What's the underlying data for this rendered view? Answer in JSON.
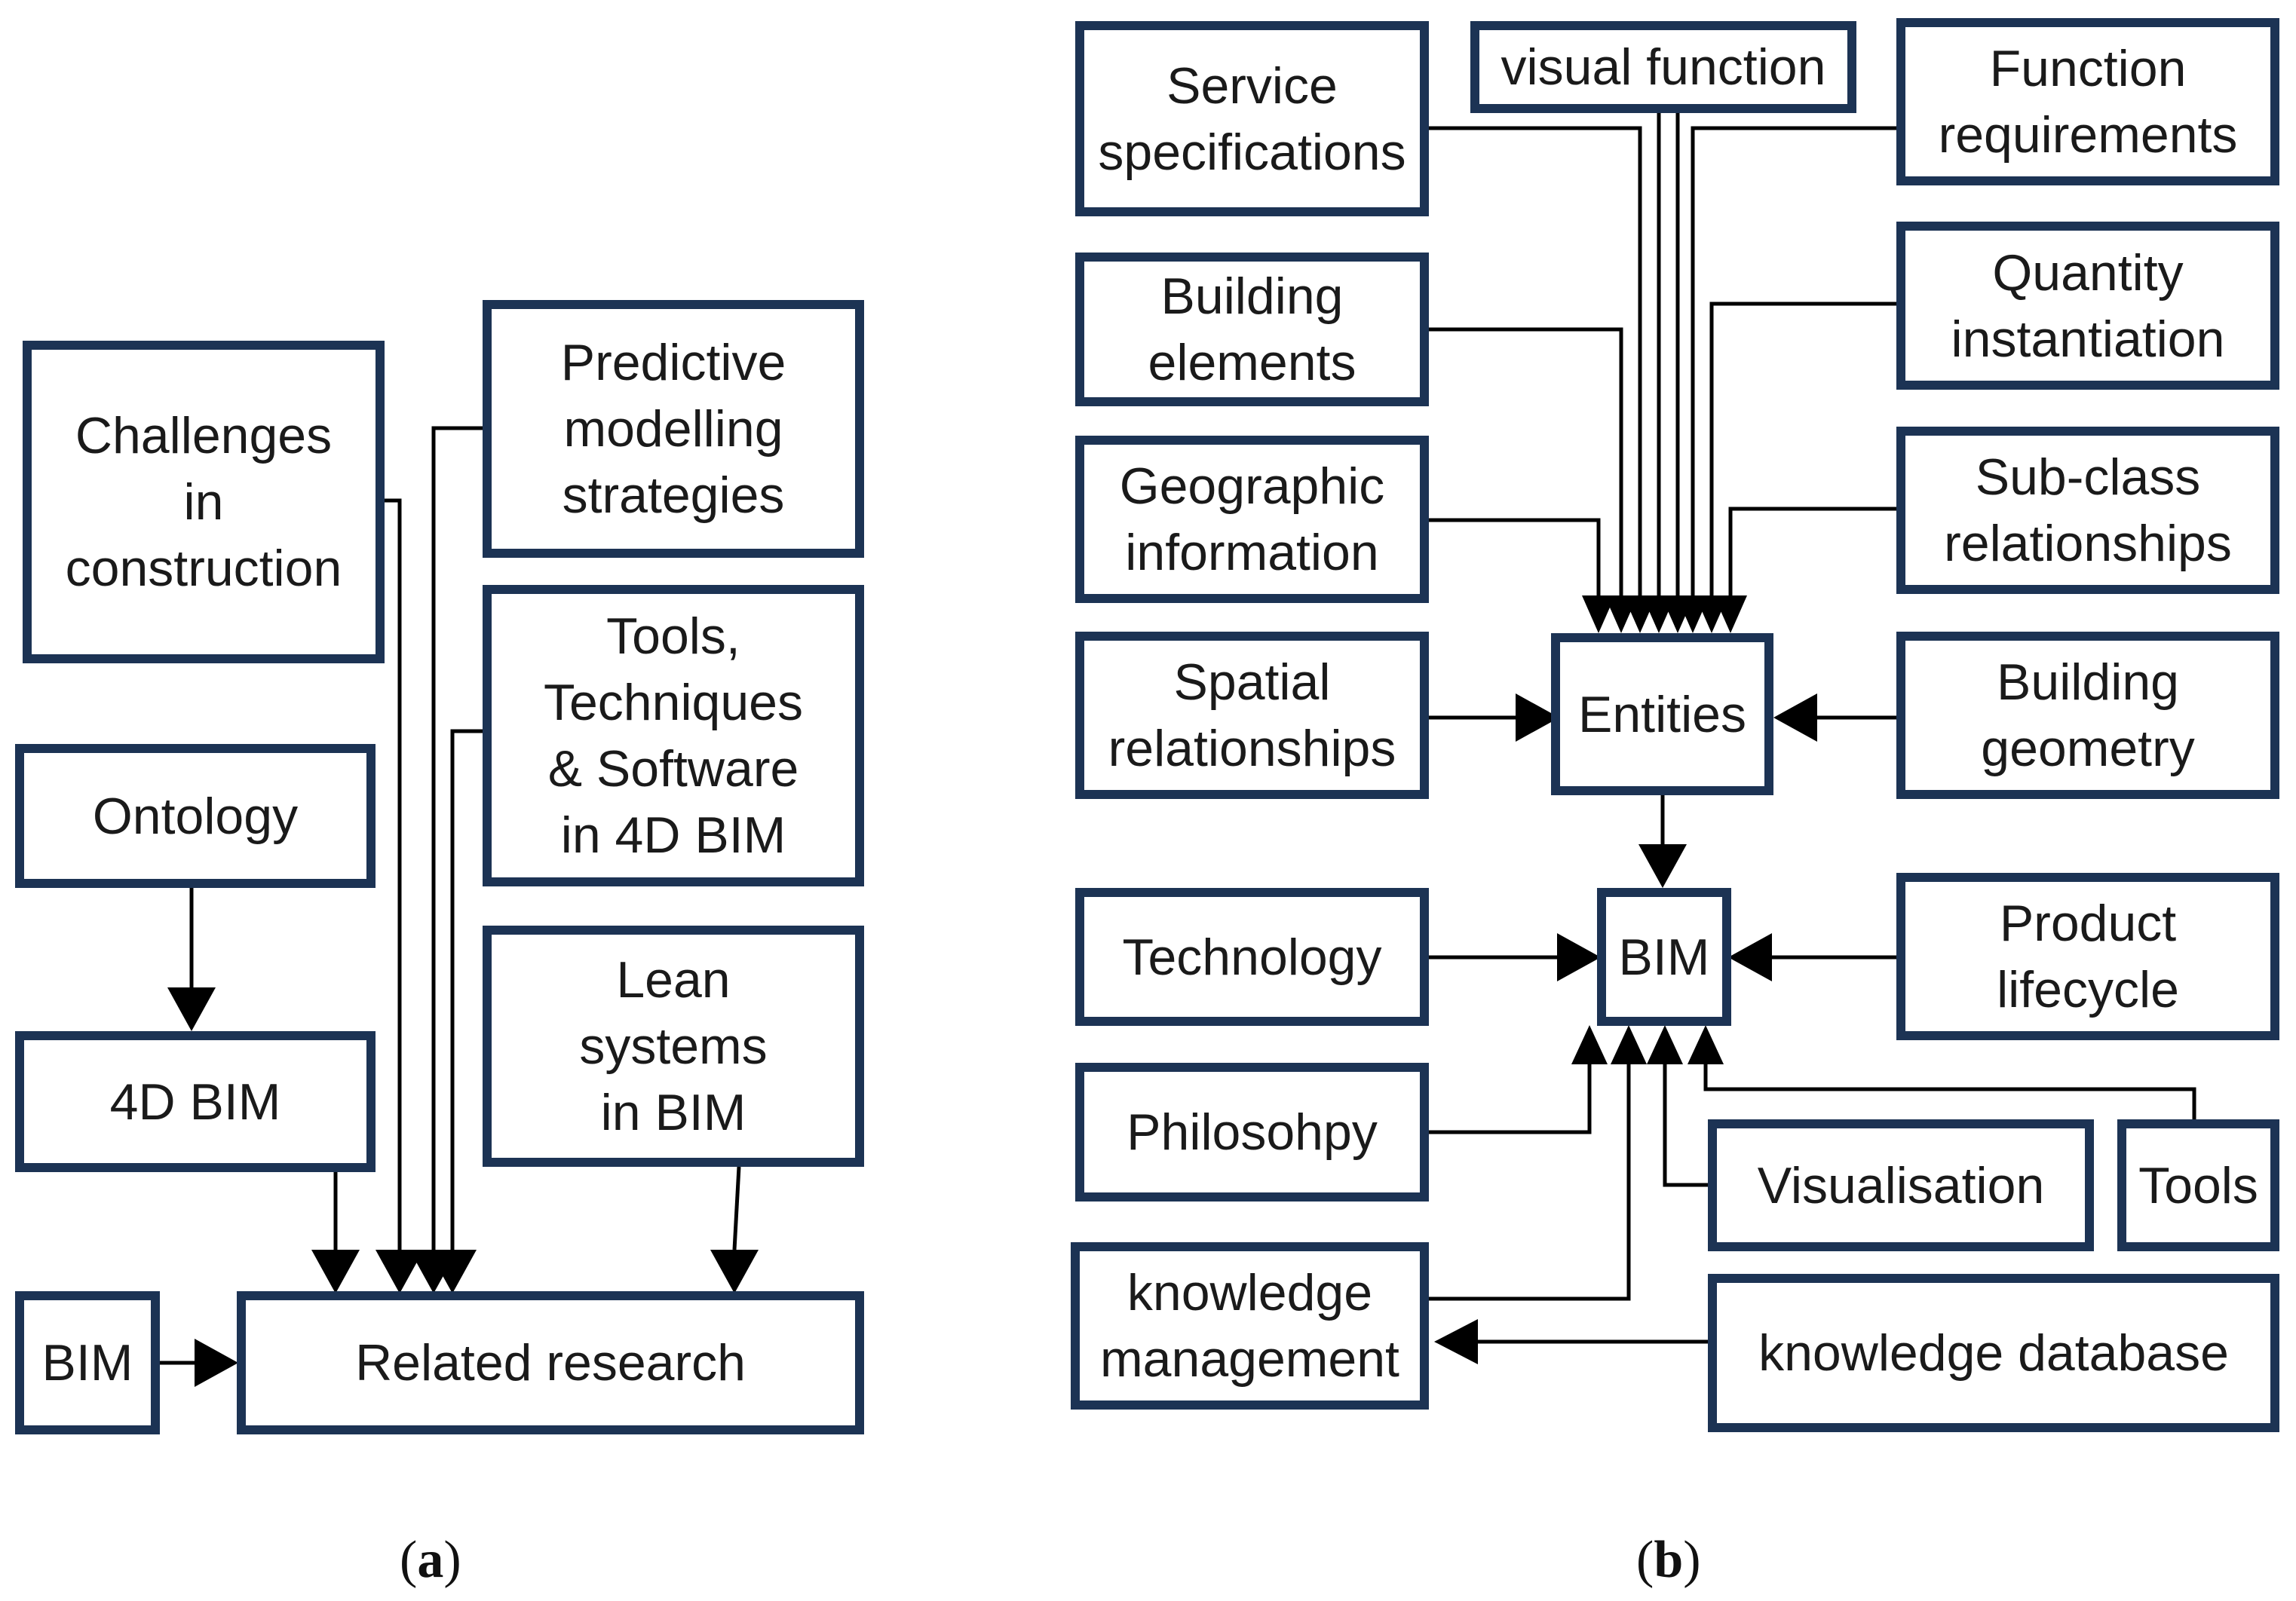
{
  "panel_a": {
    "caption": "a",
    "boxes": {
      "challenges": "Challenges\nin\nconstruction",
      "predictive": "Predictive\nmodelling\nstrategies",
      "tools": "Tools,\nTechniques\n& Software\nin 4D BIM",
      "ontology": "Ontology",
      "lean": "Lean\nsystems\nin BIM",
      "bim4d": "4D BIM",
      "bim": "BIM",
      "related": "Related research"
    }
  },
  "panel_b": {
    "caption": "b",
    "boxes": {
      "service": "Service\nspecifications",
      "visual_function": "visual function",
      "function_req": "Function\nrequirements",
      "building_elements": "Building\nelements",
      "quantity": "Quantity\ninstantiation",
      "geographic": "Geographic\ninformation",
      "subclass": "Sub-class\nrelationships",
      "spatial": "Spatial\nrelationships",
      "entities": "Entities",
      "building_geometry": "Building\ngeometry",
      "technology": "Technology",
      "bim": "BIM",
      "product_lifecycle": "Product\nlifecycle",
      "philosophy": "Philosohpy",
      "visualisation": "Visualisation",
      "tools": "Tools",
      "knowledge_management": "knowledge\nmanagement",
      "knowledge_database": "knowledge database"
    }
  },
  "colors": {
    "box_border": "#1c3354",
    "connector": "#000000"
  }
}
